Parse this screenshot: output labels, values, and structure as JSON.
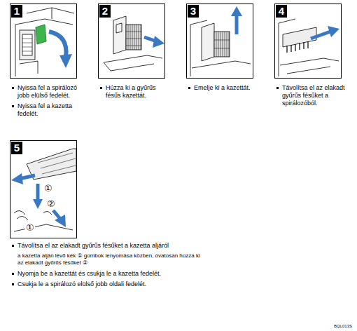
{
  "diagram": {
    "nodes": [
      {
        "text": [
          "1",
          "Nyissa fel a spirálozó jobb elülső fedelét.",
          "Nyissa fel a kazetta fedelét."
        ]
      },
      {
        "text": [
          "2",
          "Húzza ki a gyűrűs fésűs kazettát."
        ]
      },
      {
        "text": [
          "3",
          "Emelje ki a kazettát."
        ]
      },
      {
        "text": [
          "4",
          "Távolítsa el az elakadt gyűrűs fésűket a spirálozóból."
        ]
      },
      {
        "text": [
          "5",
          "Távolítsa el az elakadt gyűrűs fésűket a kazetta aljáról",
          "a kazetta alján lévő kék ① gombok lenyomása közben, óvatosan húzza ki az elakadt gyűrűs fésűket ②",
          "Nyomja be a kazettát és csukja le a kazetta fedelét.",
          "Csukja le a spirálozó elülső jobb oldali fedelét."
        ]
      }
    ],
    "labels": [
      "①",
      "②",
      "①",
      "BQL013S"
    ]
  }
}
